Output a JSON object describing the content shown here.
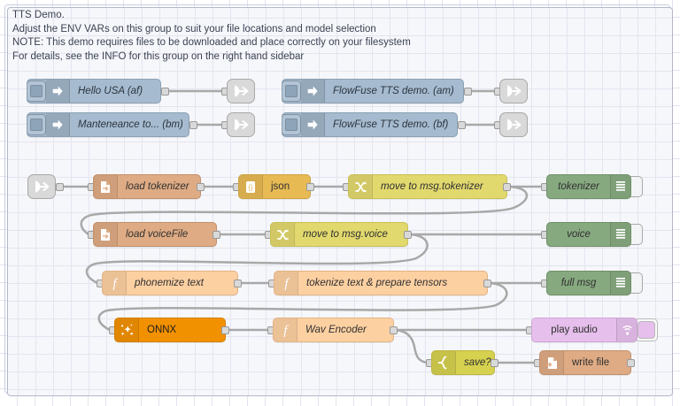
{
  "editor": {
    "app": "node-red-flow-editor",
    "canvas_background": "#ffffff",
    "grid_color": "#e3e3ef"
  },
  "group": {
    "name": "tts-demo-group",
    "fill": "#f6f7fb",
    "stroke": "#b4b7c9",
    "label_lines": [
      "TTS Demo.",
      "Adjust the ENV VARs on this group to suit your file locations and model selection",
      "NOTE: This demo requires files to be downloaded and place correctly on your filesystem",
      "For details, see the INFO for this group on the right hand sidebar"
    ],
    "label_text": "TTS Demo.\nAdjust the ENV VARs on this group to suit your file locations and model selection\nNOTE: This demo requires files to be downloaded and place correctly on your filesystem\nFor details, see the INFO for this group on the right hand sidebar"
  },
  "nodes": {
    "inject_hello_usa": {
      "label": "Hello USA (af)",
      "type": "inject",
      "color": "#a6bbcf",
      "icon": "inject-arrow-icon"
    },
    "inject_maintenance": {
      "label": "Manteneance to... (bm)",
      "type": "inject",
      "color": "#a6bbcf",
      "icon": "inject-arrow-icon"
    },
    "inject_flowfuse_am": {
      "label": "FlowFuse TTS demo. (am)",
      "type": "inject",
      "color": "#a6bbcf",
      "icon": "inject-arrow-icon"
    },
    "inject_flowfuse_bf": {
      "label": "FlowFuse TTS demo. (bf)",
      "type": "inject",
      "color": "#a6bbcf",
      "icon": "inject-arrow-icon"
    },
    "link_out_1": {
      "label": "",
      "type": "link-out",
      "color": "#d9d9d9",
      "icon": "link-out-icon"
    },
    "link_out_2": {
      "label": "",
      "type": "link-out",
      "color": "#d9d9d9",
      "icon": "link-out-icon"
    },
    "link_out_3": {
      "label": "",
      "type": "link-out",
      "color": "#d9d9d9",
      "icon": "link-out-icon"
    },
    "link_out_4": {
      "label": "",
      "type": "link-out",
      "color": "#d9d9d9",
      "icon": "link-out-icon"
    },
    "link_in_1": {
      "label": "",
      "type": "link-in",
      "color": "#d9d9d9",
      "icon": "link-in-icon"
    },
    "load_tokenizer": {
      "label": "load tokenizer",
      "type": "file-in",
      "color": "#dfab84",
      "icon": "file-icon"
    },
    "json": {
      "label": "json",
      "type": "json",
      "color": "#e7ba54",
      "icon": "braces-icon"
    },
    "move_to_msg_tokenizer": {
      "label": "move to msg.tokenizer",
      "type": "change",
      "color": "#e2d96e",
      "icon": "shuffle-icon"
    },
    "debug_tokenizer": {
      "label": "tokenizer",
      "type": "debug",
      "color": "#87a980",
      "icon": "debug-bars-icon"
    },
    "load_voicefile": {
      "label": "load voiceFile",
      "type": "file-in",
      "color": "#dfab84",
      "icon": "file-icon"
    },
    "move_to_msg_voice": {
      "label": "move to msg.voice",
      "type": "change",
      "color": "#e2d96e",
      "icon": "shuffle-icon"
    },
    "debug_voice": {
      "label": "voice",
      "type": "debug",
      "color": "#87a980",
      "icon": "debug-bars-icon"
    },
    "phonemize_text": {
      "label": "phonemize text",
      "type": "function",
      "color": "#fdd0a2",
      "icon": "function-f-icon"
    },
    "tokenize_prepare": {
      "label": "tokenize text & prepare tensors",
      "type": "function",
      "color": "#fdd0a2",
      "icon": "function-f-icon"
    },
    "debug_full_msg": {
      "label": "full msg",
      "type": "debug",
      "color": "#87a980",
      "icon": "debug-bars-icon"
    },
    "onnx": {
      "label": "ONNX",
      "type": "onnx",
      "color": "#f29100",
      "icon": "magic-wand-icon"
    },
    "wav_encoder": {
      "label": "Wav Encoder",
      "type": "function",
      "color": "#fdd0a2",
      "icon": "function-f-icon"
    },
    "play_audio": {
      "label": "play audio",
      "type": "audio-out",
      "color": "#e6bfec",
      "icon": "speaker-waves-icon"
    },
    "save_switch": {
      "label": "save?",
      "type": "switch",
      "color": "#d6d14f",
      "icon": "switch-icon"
    },
    "write_file": {
      "label": "write file",
      "type": "file-out",
      "color": "#dfab84",
      "icon": "file-out-icon"
    }
  }
}
